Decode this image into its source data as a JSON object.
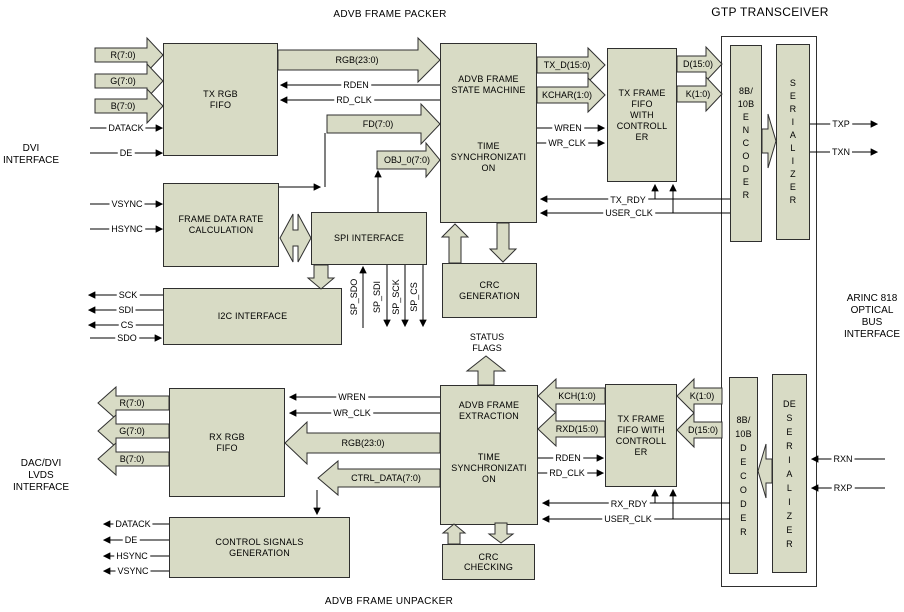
{
  "colors": {
    "block_fill": "#d8dbc5",
    "outline": "#2f2f2f",
    "background": "#ffffff"
  },
  "titles": {
    "packer": "ADVB FRAME PACKER",
    "gtp": "GTP TRANSCEIVER",
    "unpacker": "ADVB FRAME UNPACKER"
  },
  "side_labels": {
    "dvi": "DVI\nINTERFACE",
    "dac_dvi": "DAC/DVI\nLVDS\nINTERFACE",
    "arinc": "ARINC 818\nOPTICAL\nBUS\nINTERFACE",
    "status_flags": "STATUS\nFLAGS"
  },
  "blocks": {
    "tx_rgb_fifo": "TX RGB\nFIFO",
    "frame_data_rate": "FRAME DATA RATE\nCALCULATION",
    "spi": "SPI INTERFACE",
    "i2c": "I2C INTERFACE",
    "state_machine_top": "ADVB FRAME\nSTATE MACHINE",
    "state_machine_bottom": "TIME\nSYNCHRONIZATI\nON",
    "crc_generation": "CRC\nGENERATION",
    "tx_frame_fifo_top": "TX FRAME\nFIFO\nWITH\nCONTROLL\nER",
    "encoder": "8B/\n10B\nE\nN\nC\nO\nD\nE\nR",
    "serializer": "S\nE\nR\nI\nA\nL\nI\nZ\nE\nR",
    "rx_rgb_fifo": "RX RGB\nFIFO",
    "control_signals": "CONTROL SIGNALS\nGENERATION",
    "extraction_top": "ADVB FRAME\nEXTRACTION",
    "extraction_bottom": "TIME\nSYNCHRONIZATI\nON",
    "crc_checking": "CRC\nCHECKING",
    "tx_frame_fifo_bottom": "TX FRAME\nFIFO WITH\nCONTROLL\nER",
    "decoder": "8B/\n10B\nD\nE\nC\nO\nD\nE\nR",
    "deserializer": "DE\nS\nE\nR\nI\nA\nL\nI\nZ\nE\nR"
  },
  "signals_top": {
    "r": "R(7:0)",
    "g": "G(7:0)",
    "b": "B(7:0)",
    "datack": "DATACK",
    "de": "DE",
    "rgb": "RGB(23:0)",
    "rden": "RDEN",
    "rd_clk": "RD_CLK",
    "fd": "FD(7:0)",
    "obj": "OBJ_0(7:0)",
    "vsync": "VSYNC",
    "hsync": "HSYNC",
    "sck": "SCK",
    "sdi": "SDI",
    "cs": "CS",
    "sdo": "SDO",
    "sp_sdo": "SP_SDO",
    "sp_sdi": "SP_SDI",
    "sp_sck": "SP_SCK",
    "sp_cs": "SP_CS",
    "tx_d": "TX_D(15:0)",
    "kchar": "KCHAR(1:0)",
    "wren": "WREN",
    "wr_clk": "WR_CLK",
    "d": "D(15:0)",
    "k": "K(1:0)",
    "txp": "TXP",
    "txn": "TXN",
    "tx_rdy": "TX_RDY",
    "user_clk": "USER_CLK"
  },
  "signals_bottom": {
    "wren": "WREN",
    "wr_clk": "WR_CLK",
    "rgb": "RGB(23:0)",
    "ctrl_data": "CTRL_DATA(7:0)",
    "r": "R(7:0)",
    "g": "G(7:0)",
    "b": "B(7:0)",
    "datack": "DATACK",
    "de": "DE",
    "hsync": "HSYNC",
    "vsync": "VSYNC",
    "kch": "KCH(1:0)",
    "rxd": "RXD(15:0)",
    "rden": "RDEN",
    "rd_clk": "RD_CLK",
    "k": "K(1:0)",
    "d": "D(15:0)",
    "rx_rdy": "RX_RDY",
    "user_clk": "USER_CLK",
    "rxn": "RXN",
    "rxp": "RXP"
  }
}
